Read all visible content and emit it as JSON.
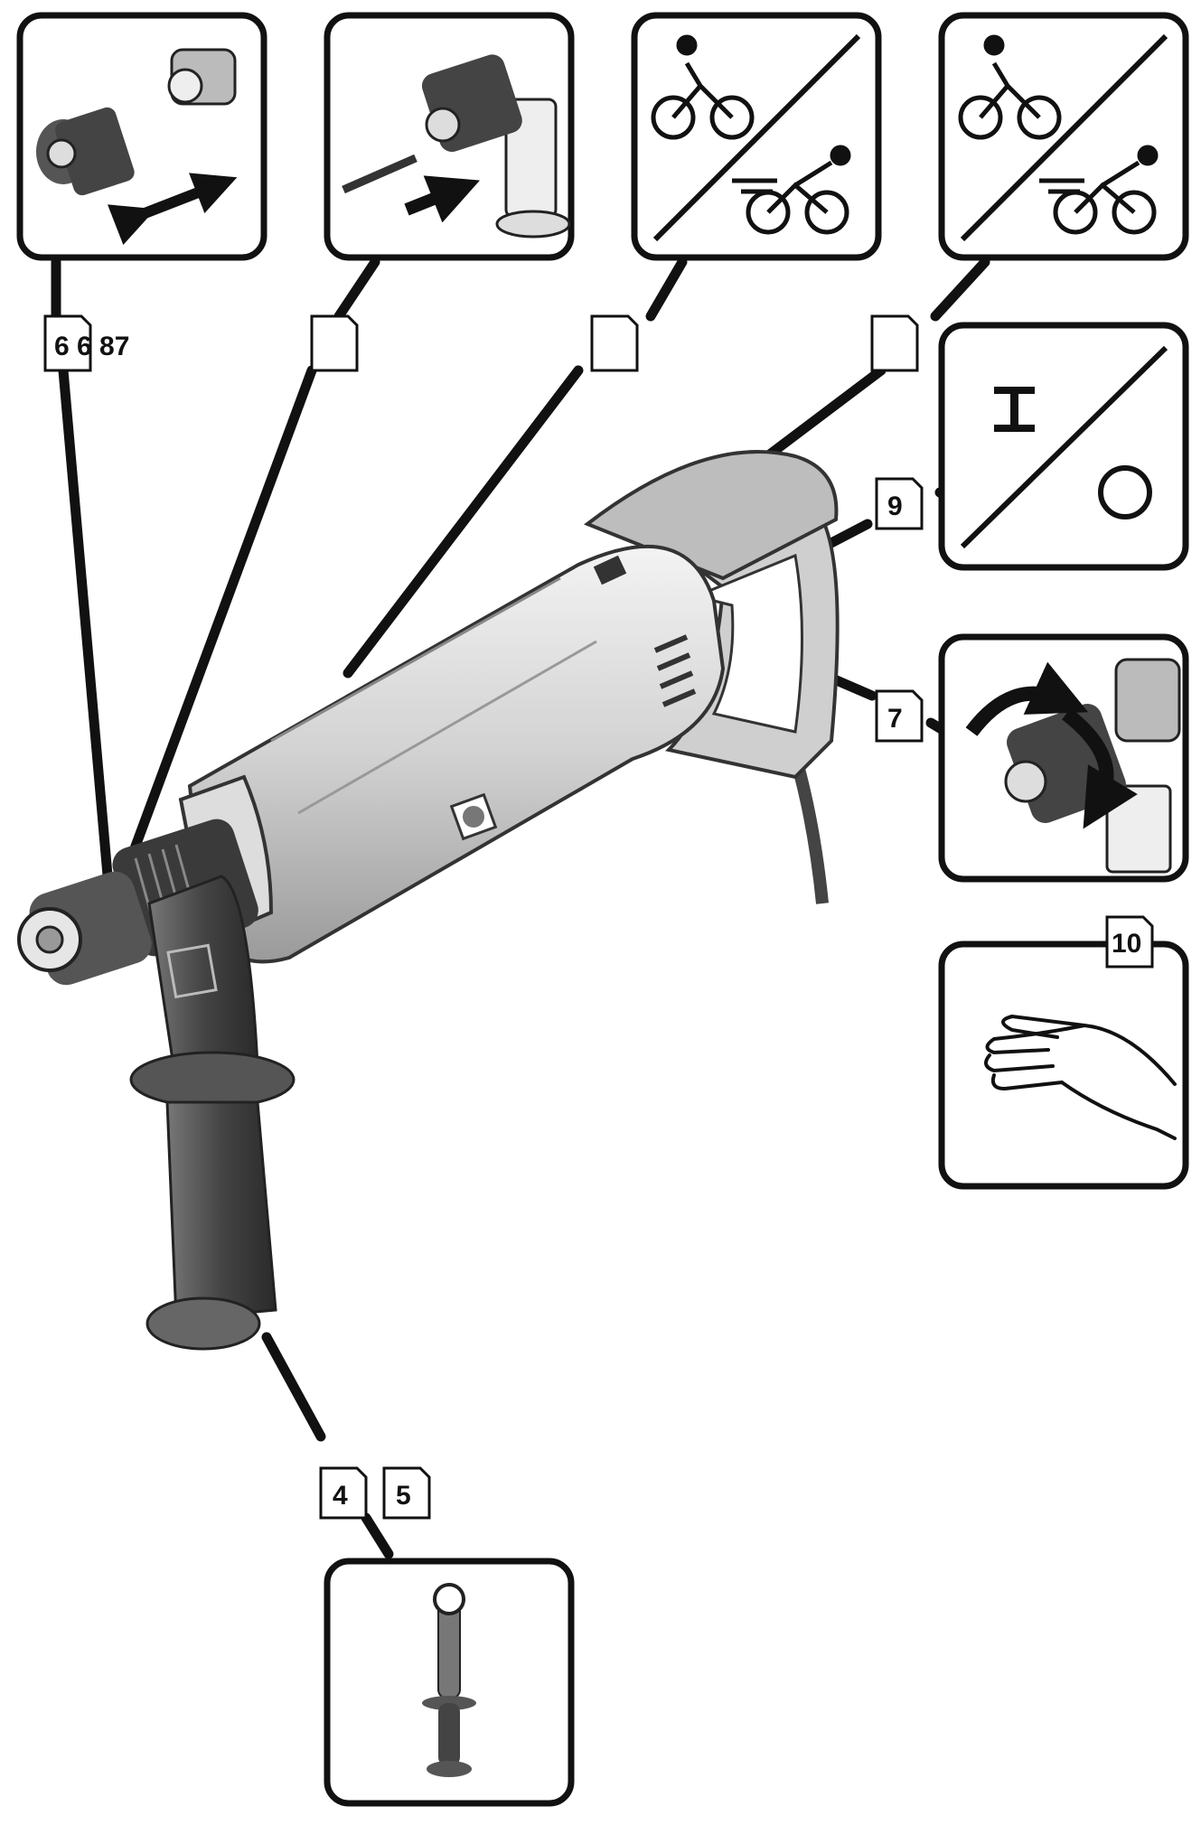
{
  "refs": {
    "r1": "6 6 87",
    "r2": "",
    "r3": "",
    "r4": "",
    "r9": "9",
    "r7": "7",
    "r10": "10",
    "r4b": "4",
    "r5": "5"
  },
  "colors": {
    "ink": "#111111",
    "body": "#d7d7d7",
    "dark": "#444444",
    "grip": "#555555"
  },
  "icons": [
    "chuck-exchange-icon",
    "bit-insert-icon",
    "slow-speed-icon",
    "fast-speed-icon",
    "on-off-icon",
    "chuck-rotate-icon",
    "hand-icon",
    "side-handle-icon"
  ]
}
